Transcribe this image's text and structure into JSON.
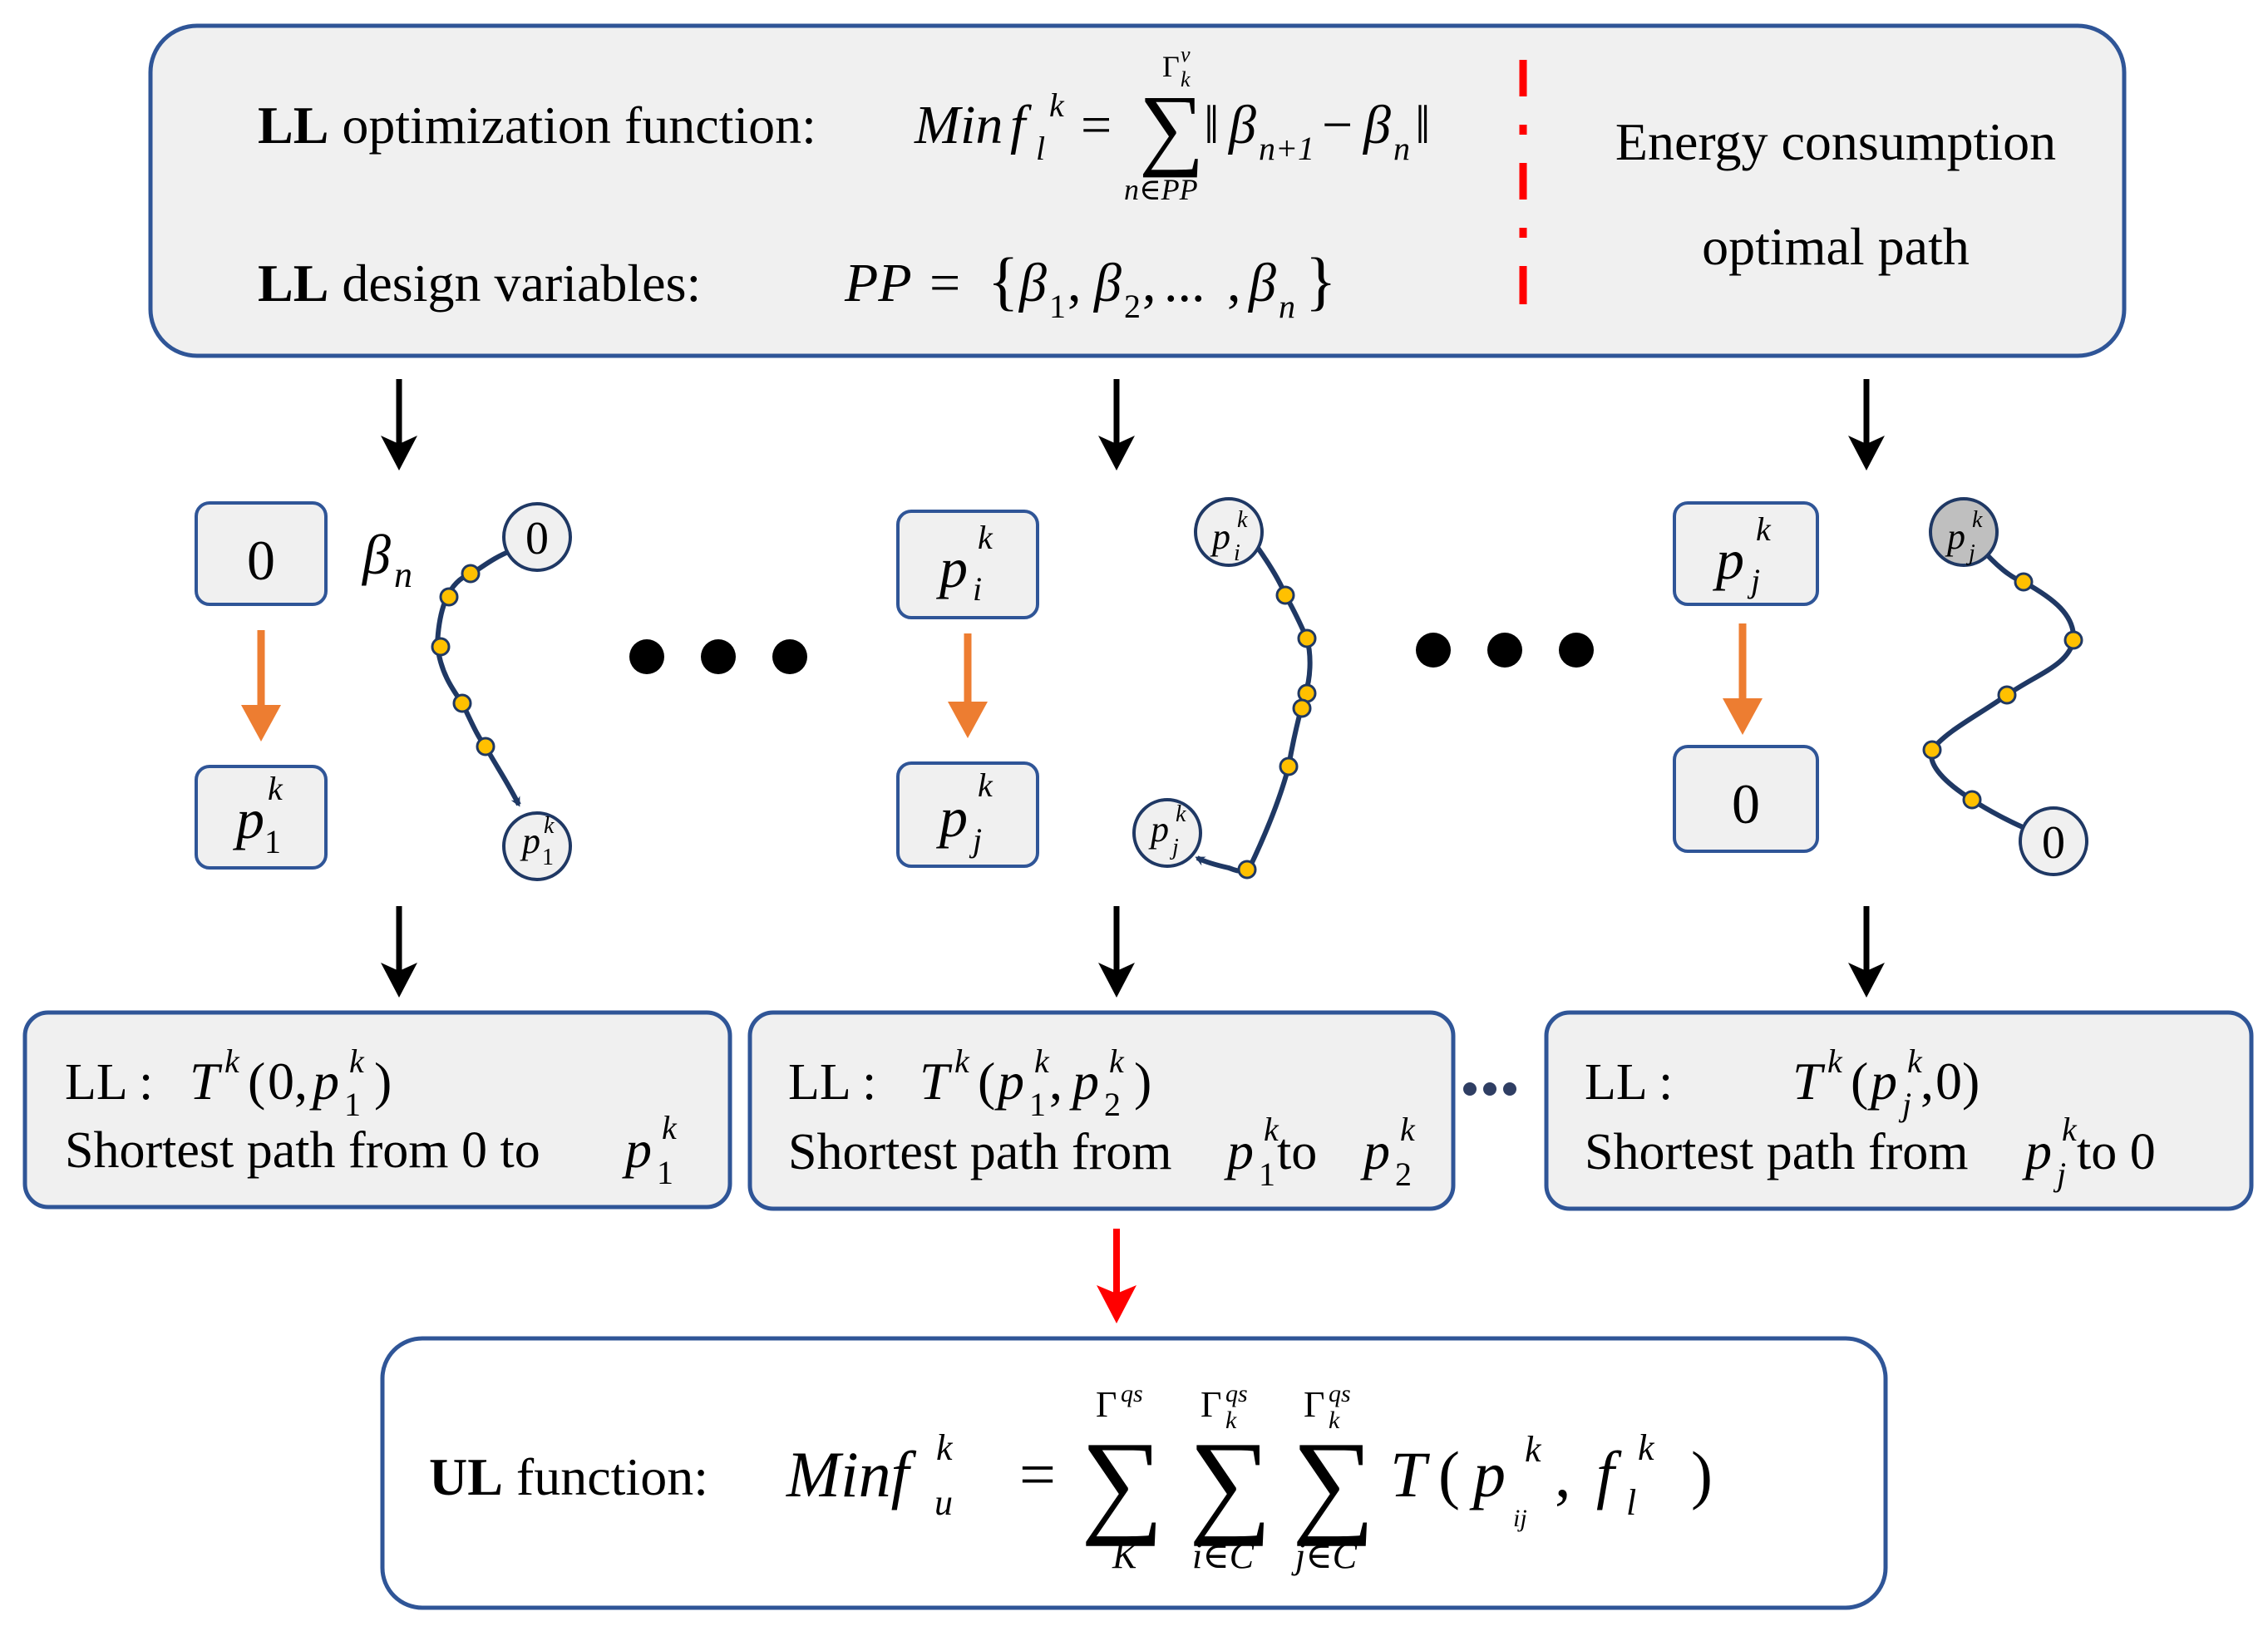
{
  "top_panel": {
    "opt_label_bold": "LL",
    "opt_label_rest": " optimization function:",
    "opt_formula": {
      "min": "Min",
      "f": "f",
      "f_sub": "l",
      "f_sup": "k",
      "eq": "=",
      "sum_upper": "Γ",
      "sum_upper_sub": "k",
      "sum_upper_sup": "v",
      "sum_lower": "n∈PP",
      "beta1": "β",
      "beta1_sub": "n+1",
      "minus": "−",
      "beta2": "β",
      "beta2_sub": "n"
    },
    "var_label_bold": "LL",
    "var_label_rest": " design variables:",
    "var_formula": {
      "pp": "PP",
      "eq": "=",
      "open": "{",
      "b": "β",
      "s1": "1",
      "s2": "2",
      "sn": "n",
      "comma": ",",
      "ellipsis": "...",
      "close": "}"
    },
    "energy_line1": "Energy consumption",
    "energy_line2": "optimal path"
  },
  "columns": [
    {
      "from_box": {
        "base": "0",
        "sub": "",
        "sup": ""
      },
      "to_box": {
        "base": "p",
        "sub": "1",
        "sup": "k"
      },
      "beta_label": {
        "base": "β",
        "sub": "n"
      },
      "path_start": {
        "base": "0",
        "sub": "",
        "sup": ""
      },
      "path_end": {
        "base": "p",
        "sub": "1",
        "sup": "k"
      },
      "ll_line1_prefix": "LL : ",
      "ll_T": "T",
      "ll_T_sup": "k",
      "ll_args": [
        {
          "base": "0",
          "sub": "",
          "sup": ""
        },
        {
          "base": "p",
          "sub": "1",
          "sup": "k"
        }
      ],
      "ll_line2_prefix": "Shortest path from ",
      "ll_line2_from": {
        "base": "0",
        "sub": "",
        "sup": ""
      },
      "ll_line2_mid": " to ",
      "ll_line2_to": {
        "base": "p",
        "sub": "1",
        "sup": "k"
      }
    },
    {
      "from_box": {
        "base": "p",
        "sub": "i",
        "sup": "k"
      },
      "to_box": {
        "base": "p",
        "sub": "j",
        "sup": "k"
      },
      "path_start": {
        "base": "p",
        "sub": "i",
        "sup": "k"
      },
      "path_end": {
        "base": "p",
        "sub": "j",
        "sup": "k"
      },
      "ll_line1_prefix": "LL : ",
      "ll_T": "T",
      "ll_T_sup": "k",
      "ll_args": [
        {
          "base": "p",
          "sub": "1",
          "sup": "k"
        },
        {
          "base": "p",
          "sub": "2",
          "sup": "k"
        }
      ],
      "ll_line2_prefix": "Shortest path from ",
      "ll_line2_from": {
        "base": "p",
        "sub": "1",
        "sup": "k"
      },
      "ll_line2_mid": " to ",
      "ll_line2_to": {
        "base": "p",
        "sub": "2",
        "sup": "k"
      }
    },
    {
      "from_box": {
        "base": "p",
        "sub": "j",
        "sup": "k"
      },
      "to_box": {
        "base": "0",
        "sub": "",
        "sup": ""
      },
      "path_start": {
        "base": "p",
        "sub": "j",
        "sup": "k"
      },
      "path_end": {
        "base": "0",
        "sub": "",
        "sup": ""
      },
      "ll_line1_prefix": "LL :",
      "ll_T": "T",
      "ll_T_sup": "k",
      "ll_args": [
        {
          "base": "p",
          "sub": "j",
          "sup": "k"
        },
        {
          "base": "0",
          "sub": "",
          "sup": ""
        }
      ],
      "ll_line2_prefix": "Shortest path from ",
      "ll_line2_from": {
        "base": "p",
        "sub": "j",
        "sup": "k"
      },
      "ll_line2_mid": " to ",
      "ll_line2_to": {
        "base": "0",
        "sub": "",
        "sup": ""
      }
    }
  ],
  "ul_panel": {
    "label_bold": "UL",
    "label_rest": " function:",
    "min": "Minf",
    "f_sub": "u",
    "f_sup": "k",
    "eq": "=",
    "sums": [
      {
        "upper": "Γ",
        "upper_sub": "",
        "upper_sup": "qs",
        "lower": "K"
      },
      {
        "upper": "Γ",
        "upper_sub": "k",
        "upper_sup": "qs",
        "lower": "i∈C"
      },
      {
        "upper": "Γ",
        "upper_sub": "k",
        "upper_sup": "qs",
        "lower": "j∈C"
      }
    ],
    "T": "T",
    "open": "(",
    "p": "p",
    "p_sub": "ij",
    "p_sup": "k",
    "comma": ",",
    "f": "f",
    "f2_sub": "l",
    "f2_sup": "k",
    "close": ")"
  },
  "colors": {
    "panel_fill": "#f0f0f0",
    "panel_stroke": "#2f5597",
    "arrow_black": "#000000",
    "arrow_orange": "#ed7d31",
    "arrow_red": "#ff0000",
    "dash_red": "#ff0000",
    "path_navy": "#1f3864",
    "path_dot": "#ffc000",
    "node_grey": "#bfbfbf"
  }
}
